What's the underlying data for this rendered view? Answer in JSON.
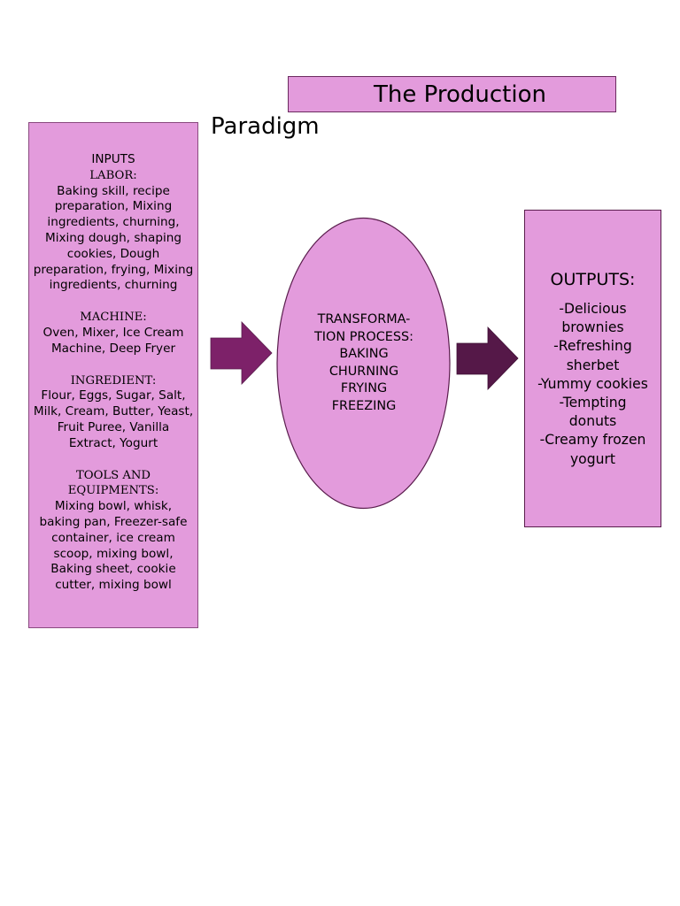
{
  "title": {
    "line1": "The Production",
    "line2": "Paradigm"
  },
  "inputs": {
    "heading": "INPUTS",
    "labor_label": "LABOR:",
    "labor_text": "Baking skill, recipe preparation, Mixing ingredients, churning, Mixing dough, shaping cookies, Dough preparation, frying, Mixing ingredients, churning",
    "machine_label": "MACHINE:",
    "machine_text": "Oven, Mixer, Ice Cream Machine, Deep Fryer",
    "ingredient_label": "INGREDIENT:",
    "ingredient_text": "Flour, Eggs, Sugar, Salt, Milk, Cream, Butter, Yeast, Fruit Puree, Vanilla Extract, Yogurt",
    "tools_label": "TOOLS AND EQUIPMENTS:",
    "tools_text": "Mixing bowl, whisk, baking pan, Freezer-safe container, ice cream scoop, mixing bowl, Baking sheet, cookie cutter, mixing bowl"
  },
  "process": {
    "lines": [
      "TRANSFORMA-",
      "TION PROCESS:",
      "BAKING",
      "CHURNING",
      "FRYING",
      "FREEZING"
    ]
  },
  "outputs": {
    "heading": "OUTPUTS:",
    "items": [
      "-Delicious",
      "brownies",
      "-Refreshing",
      "sherbet",
      "-Yummy cookies",
      "-Tempting",
      "donuts",
      "-Creamy frozen",
      "yogurt"
    ]
  },
  "colors": {
    "box_fill": "#e39bdc",
    "arrow_left": "#7d2169",
    "arrow_right": "#551848"
  }
}
